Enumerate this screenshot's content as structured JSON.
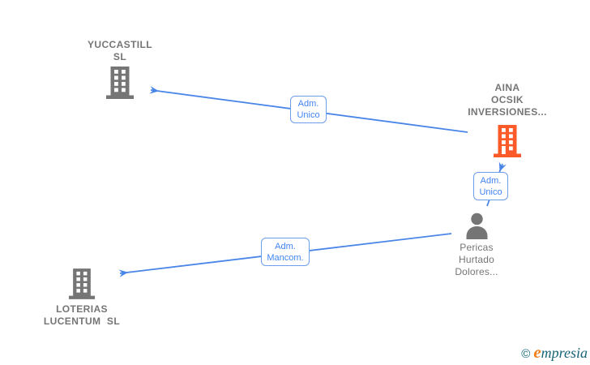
{
  "diagram": {
    "nodes": [
      {
        "id": "yuccastill",
        "type": "company",
        "icon": "building-icon",
        "label_lines": [
          "YUCCASTILL",
          "SL"
        ]
      },
      {
        "id": "aina",
        "type": "company",
        "icon": "building-icon",
        "highlighted": true,
        "label_lines": [
          "AINA",
          "OCSIK",
          "INVERSIONES..."
        ]
      },
      {
        "id": "pericas",
        "type": "person",
        "icon": "person-icon",
        "label_lines": [
          "Pericas",
          "Hurtado",
          "Dolores..."
        ]
      },
      {
        "id": "loterias",
        "type": "company",
        "icon": "building-icon",
        "label_lines": [
          "LOTERIAS",
          "LUCENTUM  SL"
        ]
      }
    ],
    "edges": [
      {
        "from": "aina",
        "to": "yuccastill",
        "label_lines": [
          "Adm.",
          "Unico"
        ]
      },
      {
        "from": "pericas",
        "to": "aina",
        "label_lines": [
          "Adm.",
          "Unico"
        ]
      },
      {
        "from": "pericas",
        "to": "loterias",
        "label_lines": [
          "Adm.",
          "Mancom."
        ]
      }
    ]
  },
  "footer": {
    "copyright_symbol": "©",
    "brand_initial": "e",
    "brand_rest": "mpresia"
  },
  "colors": {
    "arrow_blue": "#4a86e8",
    "label_border_blue": "#6d9eeb",
    "label_text_blue": "#4285f4",
    "node_gray": "#757575",
    "company_orange": "#fc5a28",
    "logo_teal": "#176477",
    "logo_orange": "#ef7f1a"
  }
}
